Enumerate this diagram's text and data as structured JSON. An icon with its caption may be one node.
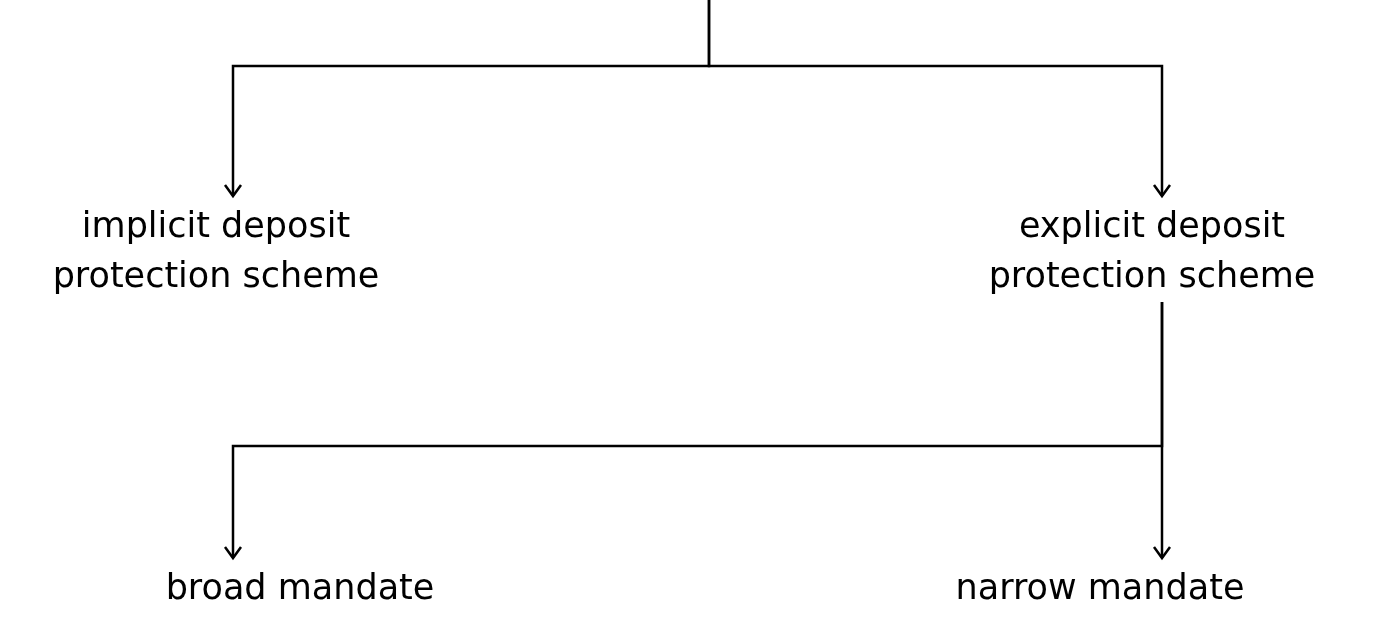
{
  "diagram": {
    "nodes": [
      {
        "text": [
          "implicit deposit protection scheme"
        ]
      },
      {
        "text": [
          "explicit deposit protection scheme"
        ]
      },
      {
        "text": [
          "broad mandate"
        ]
      },
      {
        "text": [
          "narrow mandate"
        ]
      }
    ],
    "edges": [
      {
        "from": null,
        "to": 0,
        "arrow": "to"
      },
      {
        "from": null,
        "to": 1,
        "arrow": "to"
      },
      {
        "from": 1,
        "to": 2,
        "arrow": "to"
      },
      {
        "from": 1,
        "to": 3,
        "arrow": "to"
      }
    ]
  }
}
